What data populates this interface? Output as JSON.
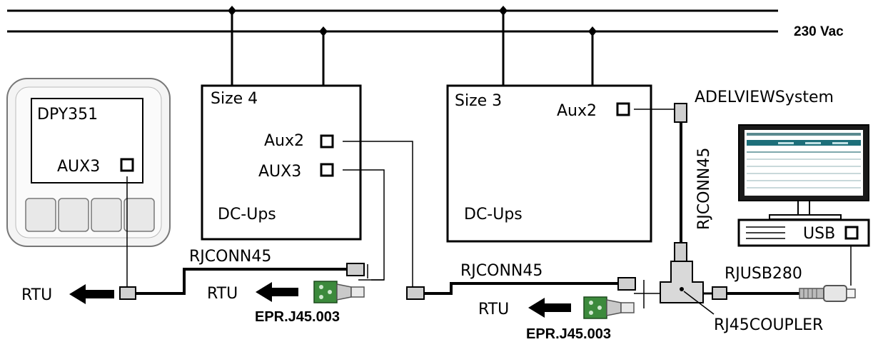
{
  "power": {
    "label": "230 Vac"
  },
  "dpy": {
    "title": "DPY351",
    "port": "AUX3"
  },
  "ups_size4": {
    "title": "Size 4",
    "port_aux2": "Aux2",
    "port_aux3": "AUX3",
    "name": "DC-Ups"
  },
  "ups_size3": {
    "title": "Size 3",
    "port_aux2": "Aux2",
    "name": "DC-Ups"
  },
  "pc": {
    "title": "ADELVIEWSystem",
    "port": "USB"
  },
  "cables": {
    "rjconn45_left": "RJCONN45",
    "rjconn45_mid": "RJCONN45",
    "rjconn45_vertical": "RJCONN45",
    "rjusb280": "RJUSB280",
    "coupler": "RJ45COUPLER"
  },
  "rtu": {
    "left": "RTU",
    "mid": "RTU",
    "right": "RTU"
  },
  "adapter": {
    "left": "EPR.J45.003",
    "right": "EPR.J45.003"
  },
  "colors": {
    "line": "#000000",
    "device_fill": "#f2f2f2",
    "connector": "#cfcfcf",
    "adapter_green": "#3c8a3c",
    "screen": "#1d6f7a"
  }
}
